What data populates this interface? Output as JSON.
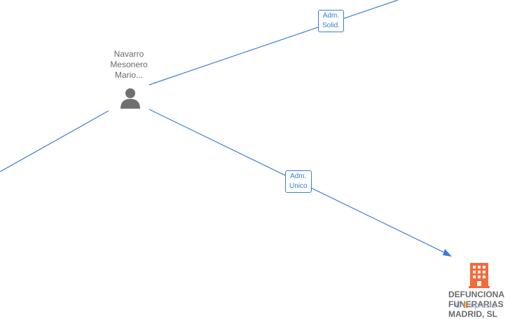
{
  "person": {
    "name_lines": [
      "Navarro",
      "Mesonero",
      "Mario..."
    ],
    "icon": "person-icon"
  },
  "company": {
    "name_lines": [
      "DEFUNCIONA",
      "FUNERARIAS",
      "MADRID, SL"
    ],
    "icon": "building-icon",
    "icon_color": "#f26b3a"
  },
  "relations": [
    {
      "label": "Adm.\nSolid."
    },
    {
      "label": "Adm.\nUnico"
    }
  ],
  "watermark": {
    "symbol": "©",
    "e": "E",
    "text": "mpresia"
  },
  "colors": {
    "edge": "#3a7fd5",
    "node_text": "#6b6b6b"
  }
}
